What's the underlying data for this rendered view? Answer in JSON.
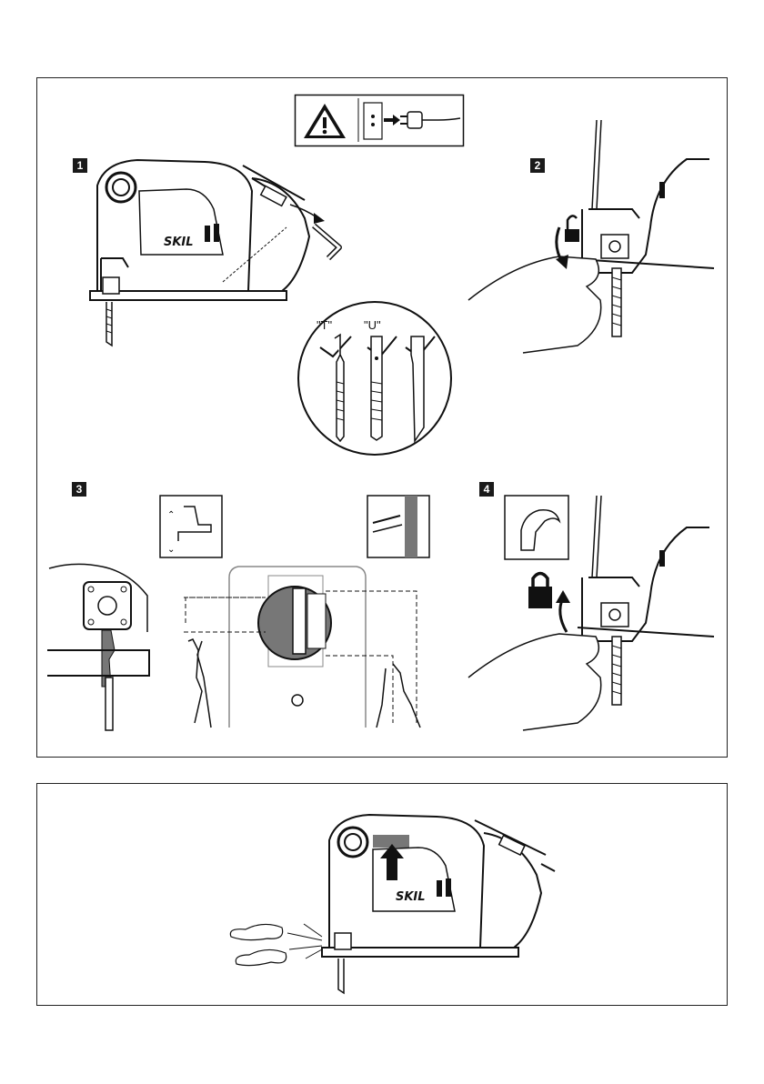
{
  "steps": [
    "1",
    "2",
    "3",
    "4"
  ],
  "blade_types": [
    "\"T\"",
    "\"U\""
  ],
  "brand": "SKIL",
  "colors": {
    "ink": "#1a1a1a",
    "shade": "#777777",
    "paper": "#ffffff"
  },
  "icons": [
    "warning-icon",
    "unplug-icon",
    "allen-key-icon",
    "unlock-icon",
    "lock-icon",
    "arm-muscle-icon",
    "air-blow-icon"
  ]
}
